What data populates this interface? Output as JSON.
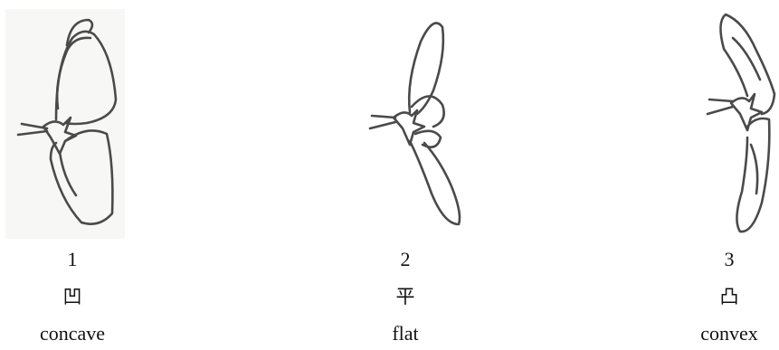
{
  "specimens": [
    {
      "number": "1",
      "chinese": "凹",
      "english": "concave"
    },
    {
      "number": "2",
      "chinese": "平",
      "english": "flat"
    },
    {
      "number": "3",
      "chinese": "凸",
      "english": "convex"
    }
  ]
}
